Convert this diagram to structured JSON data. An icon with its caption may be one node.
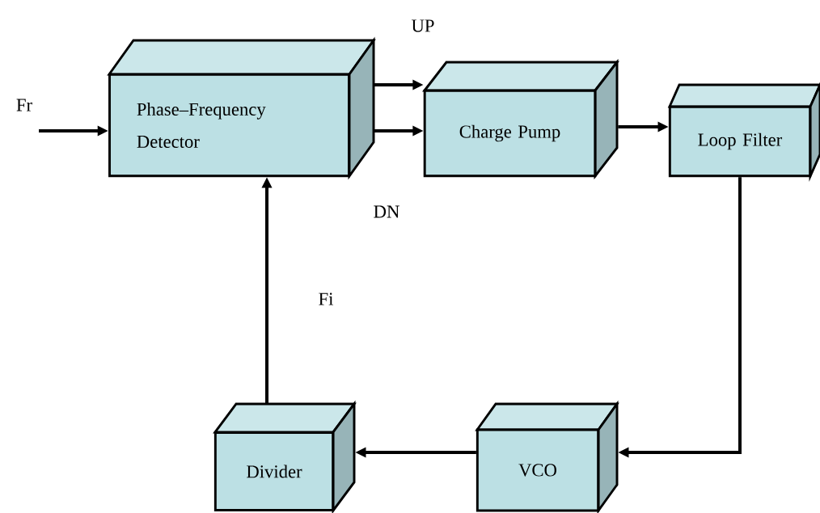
{
  "diagram": {
    "nodes": [
      {
        "text": [
          "Phase–Frequency Detector"
        ]
      },
      {
        "text": [
          "Charge Pump"
        ]
      },
      {
        "text": [
          "Loop Filter"
        ]
      },
      {
        "text": [
          "VCO"
        ]
      },
      {
        "text": [
          "Divider"
        ]
      }
    ],
    "edges": [
      {
        "from": null,
        "to": 0,
        "arrow": "to",
        "label": "Fr"
      },
      {
        "from": 0,
        "to": 1,
        "arrow": "to",
        "label": "UP"
      },
      {
        "from": 0,
        "to": 1,
        "arrow": "to",
        "label": "DN"
      },
      {
        "from": 1,
        "to": 2,
        "arrow": "to"
      },
      {
        "from": 2,
        "to": 3,
        "arrow": "to"
      },
      {
        "from": 3,
        "to": 4,
        "arrow": "to"
      },
      {
        "from": 4,
        "to": 0,
        "arrow": "to",
        "label": "Fi"
      }
    ]
  }
}
